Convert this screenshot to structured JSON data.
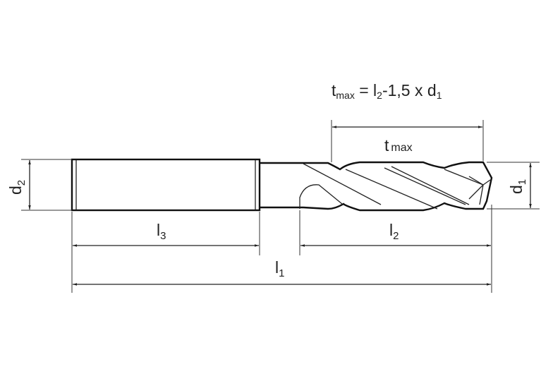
{
  "formula": {
    "t": "t",
    "t_sub": "max",
    "eq": " = l",
    "l_sub": "2",
    "rest": "-1,5 x d",
    "d_sub": "1"
  },
  "dimensions": {
    "tmax": {
      "main": "t",
      "sub": "max"
    },
    "d1": {
      "main": "d",
      "sub": "1"
    },
    "d2": {
      "main": "d",
      "sub": "2"
    },
    "l1": {
      "main": "l",
      "sub": "1"
    },
    "l2": {
      "main": "l",
      "sub": "2"
    },
    "l3": {
      "main": "l",
      "sub": "3"
    }
  }
}
